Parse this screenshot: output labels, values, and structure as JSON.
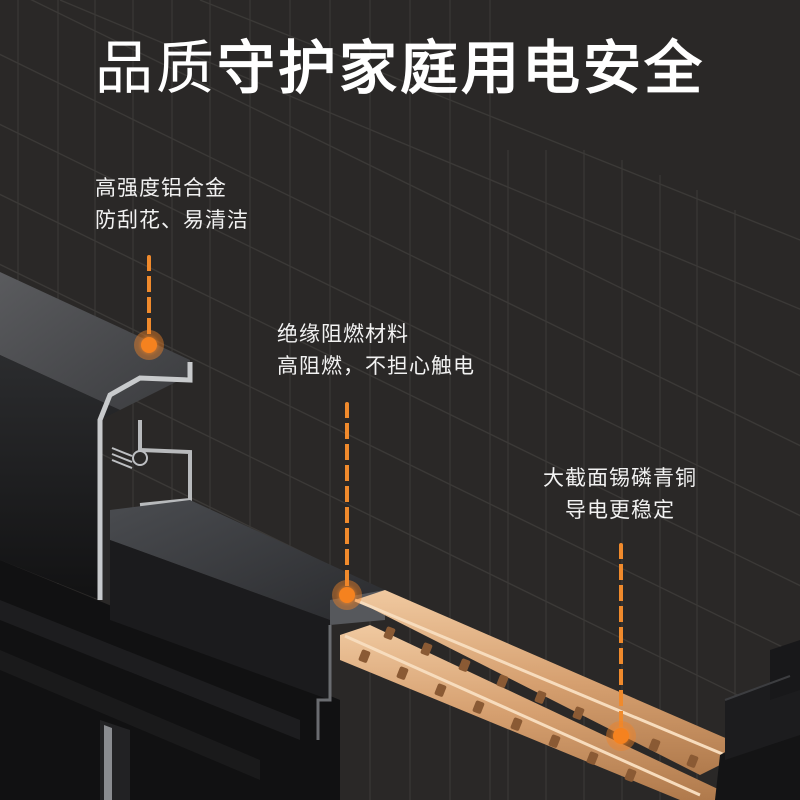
{
  "title": {
    "light_part": "品质",
    "bold_part": "守护家庭用电安全"
  },
  "callouts": [
    {
      "id": "aluminum-housing",
      "line1": "高强度铝合金",
      "line2": "防刮花、易清洁"
    },
    {
      "id": "insulation",
      "line1": "绝缘阻燃材料",
      "line2": "高阻燃，不担心触电"
    },
    {
      "id": "copper-conductor",
      "line1": "大截面锡磷青铜",
      "line2": "导电更稳定"
    }
  ],
  "colors": {
    "background": "#2a2827",
    "grid_line": "#3a3836",
    "accent_orange": "#f08a2c",
    "text": "#ffffff",
    "copper": "#d9a676",
    "housing_dark": "#1e1e1f"
  },
  "icons": {
    "marker": "orange-dot-with-halo"
  }
}
